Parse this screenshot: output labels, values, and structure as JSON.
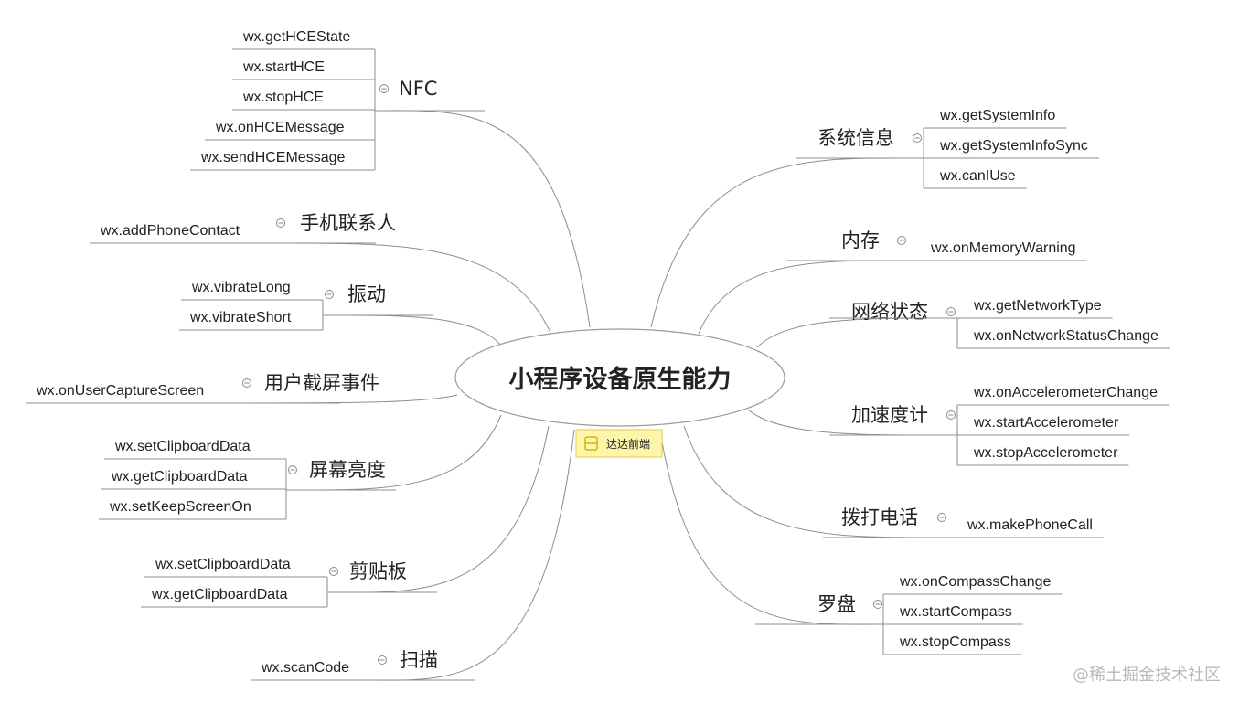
{
  "root": {
    "label": "小程序设备原生能力"
  },
  "note": {
    "label": "达达前端"
  },
  "watermark": "@稀土掘金技术社区",
  "colors": {
    "line": "#8d8d8d",
    "note_bg": "#fdf5a7",
    "note_border": "#e3c94f",
    "text": "#222222",
    "watermark": "#b9b9b9"
  },
  "branches": [
    {
      "id": "nfc",
      "side": "left",
      "label": "NFC",
      "leaves": [
        "wx.getHCEState",
        "wx.startHCE",
        "wx.stopHCE",
        "wx.onHCEMessage",
        "wx.sendHCEMessage"
      ]
    },
    {
      "id": "contact",
      "side": "left",
      "label": "手机联系人",
      "leaves": [
        "wx.addPhoneContact"
      ]
    },
    {
      "id": "vibrate",
      "side": "left",
      "label": "振动",
      "leaves": [
        "wx.vibrateLong",
        "wx.vibrateShort"
      ]
    },
    {
      "id": "capture",
      "side": "left",
      "label": "用户截屏事件",
      "leaves": [
        "wx.onUserCaptureScreen"
      ]
    },
    {
      "id": "brightness",
      "side": "left",
      "label": "屏幕亮度",
      "leaves": [
        "wx.setClipboardData",
        "wx.getClipboardData",
        "wx.setKeepScreenOn"
      ]
    },
    {
      "id": "clipboard",
      "side": "left",
      "label": "剪贴板",
      "leaves": [
        "wx.setClipboardData",
        "wx.getClipboardData"
      ]
    },
    {
      "id": "scan",
      "side": "left",
      "label": "扫描",
      "leaves": [
        "wx.scanCode"
      ]
    },
    {
      "id": "sysinfo",
      "side": "right",
      "label": "系统信息",
      "leaves": [
        "wx.getSystemInfo",
        "wx.getSystemInfoSync",
        "wx.canIUse"
      ]
    },
    {
      "id": "memory",
      "side": "right",
      "label": "内存",
      "leaves": [
        "wx.onMemoryWarning"
      ]
    },
    {
      "id": "network",
      "side": "right",
      "label": "网络状态",
      "leaves": [
        "wx.getNetworkType",
        "wx.onNetworkStatusChange"
      ]
    },
    {
      "id": "accel",
      "side": "right",
      "label": "加速度计",
      "leaves": [
        "wx.onAccelerometerChange",
        "wx.startAccelerometer",
        "wx.stopAccelerometer"
      ]
    },
    {
      "id": "call",
      "side": "right",
      "label": "拨打电话",
      "leaves": [
        "wx.makePhoneCall"
      ]
    },
    {
      "id": "compass",
      "side": "right",
      "label": "罗盘",
      "leaves": [
        "wx.onCompassChange",
        "wx.startCompass",
        "wx.stopCompass"
      ]
    }
  ]
}
